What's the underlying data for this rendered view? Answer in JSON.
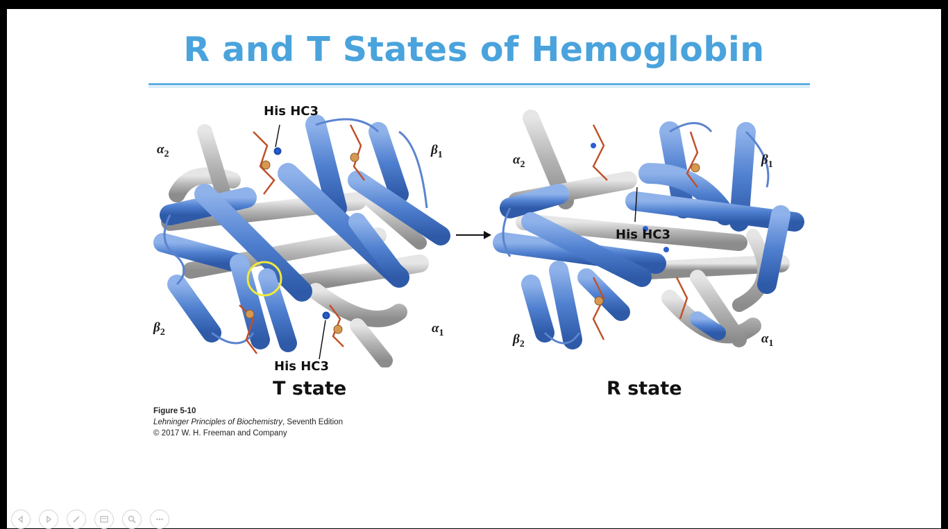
{
  "slide": {
    "title": "R and T States of Hemoglobin",
    "t_panel": {
      "state_label": "T state",
      "his_top": "His HC3",
      "his_bottom": "His HC3",
      "alpha2": "α",
      "alpha2_sub": "2",
      "beta1": "β",
      "beta1_sub": "1",
      "beta2": "β",
      "beta2_sub": "2",
      "alpha1": "α",
      "alpha1_sub": "1"
    },
    "r_panel": {
      "state_label": "R state",
      "his_mid": "His HC3",
      "alpha2": "α",
      "alpha2_sub": "2",
      "beta1": "β",
      "beta1_sub": "1",
      "beta2": "β",
      "beta2_sub": "2",
      "alpha1": "α",
      "alpha1_sub": "1"
    },
    "caption": {
      "figure": "Figure 5-10",
      "book_title": "Lehninger Principles of Biochemistry",
      "edition": ", Seventh Edition",
      "copyright": "© 2017 W. H. Freeman and Company"
    },
    "colors": {
      "title": "#4aa3dc",
      "helix_blue": "#4f7fcf",
      "helix_gray": "#a9a9a9",
      "heme": "#c0502a"
    }
  },
  "toolbar": {
    "icons": [
      "previous-icon",
      "next-icon",
      "pen-icon",
      "slides-icon",
      "zoom-icon",
      "more-icon"
    ]
  }
}
